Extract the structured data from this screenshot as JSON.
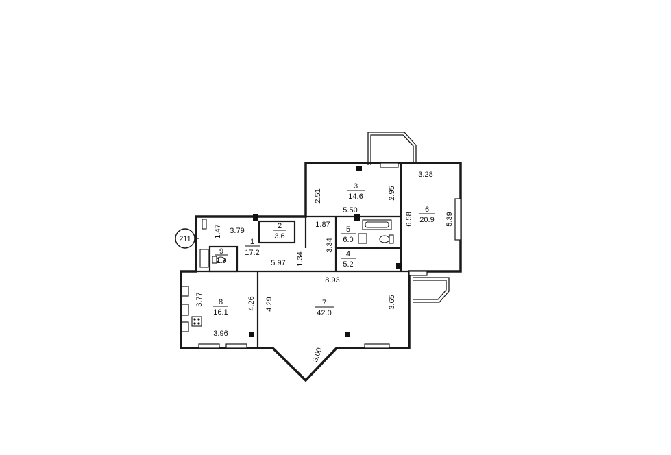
{
  "plan": {
    "apartment_number": "211",
    "rooms": [
      {
        "number": "1",
        "area": "17.2"
      },
      {
        "number": "2",
        "area": "3.6"
      },
      {
        "number": "3",
        "area": "14.6"
      },
      {
        "number": "4",
        "area": "5.2"
      },
      {
        "number": "5",
        "area": "6.0"
      },
      {
        "number": "6",
        "area": "20.9"
      },
      {
        "number": "7",
        "area": "42.0"
      },
      {
        "number": "8",
        "area": "16.1"
      },
      {
        "number": "9",
        "area": "1.9"
      }
    ],
    "dimensions": [
      "3.79",
      "1.47",
      "5.97",
      "1.34",
      "2.51",
      "2.95",
      "5.50",
      "1.87",
      "3.34",
      "3.28",
      "6.58",
      "5.39",
      "8.93",
      "3.65",
      "3.00",
      "4.29",
      "3.77",
      "4.26",
      "3.96"
    ]
  }
}
